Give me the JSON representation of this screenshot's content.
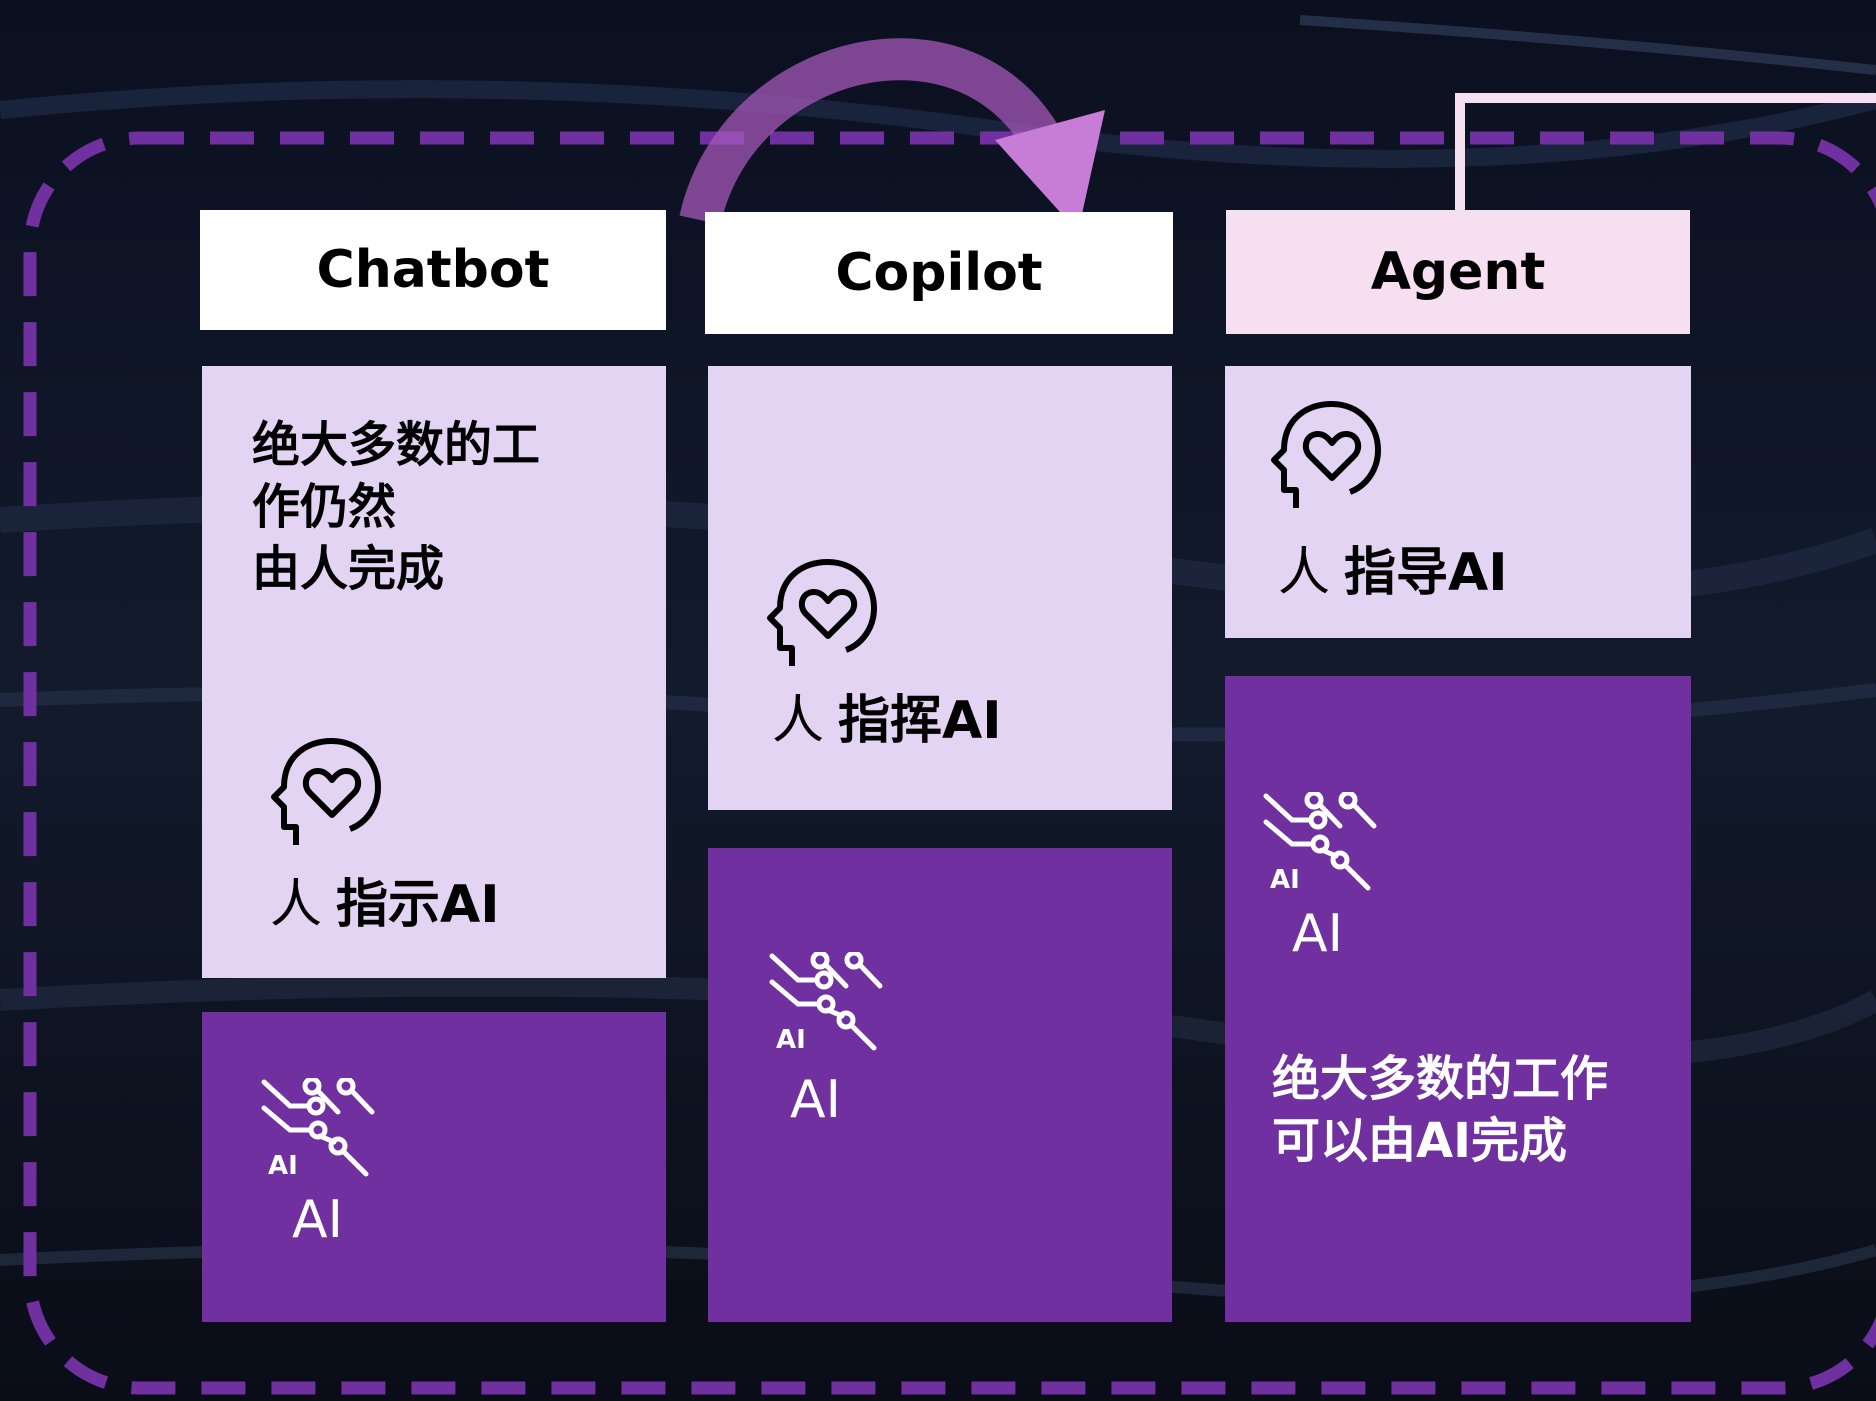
{
  "columns": [
    {
      "title": "Chatbot",
      "human_text": [
        "绝大多数的工",
        "作仍然",
        "由人完成"
      ],
      "person": "人",
      "role": "指示AI",
      "ai_label": "AI",
      "icon_ai": "ai-circuit-icon",
      "icon_human": "head-heart-icon"
    },
    {
      "title": "Copilot",
      "person": "人",
      "role": "指挥AI",
      "ai_label": "AI",
      "icon_ai": "ai-circuit-icon",
      "icon_human": "head-heart-icon"
    },
    {
      "title": "Agent",
      "person": "人",
      "role": "指导AI",
      "ai_label": "AI",
      "ai_text": [
        "绝大多数的工作",
        "可以由AI完成"
      ],
      "icon_ai": "ai-circuit-icon",
      "icon_human": "head-heart-icon"
    }
  ],
  "colors": {
    "accent_purple": "#7030a0",
    "light_lavender": "#e2d4f2",
    "agent_header": "#f7dff2",
    "dashed_frame": "#7030a0",
    "arrow": "#c77dd6"
  }
}
